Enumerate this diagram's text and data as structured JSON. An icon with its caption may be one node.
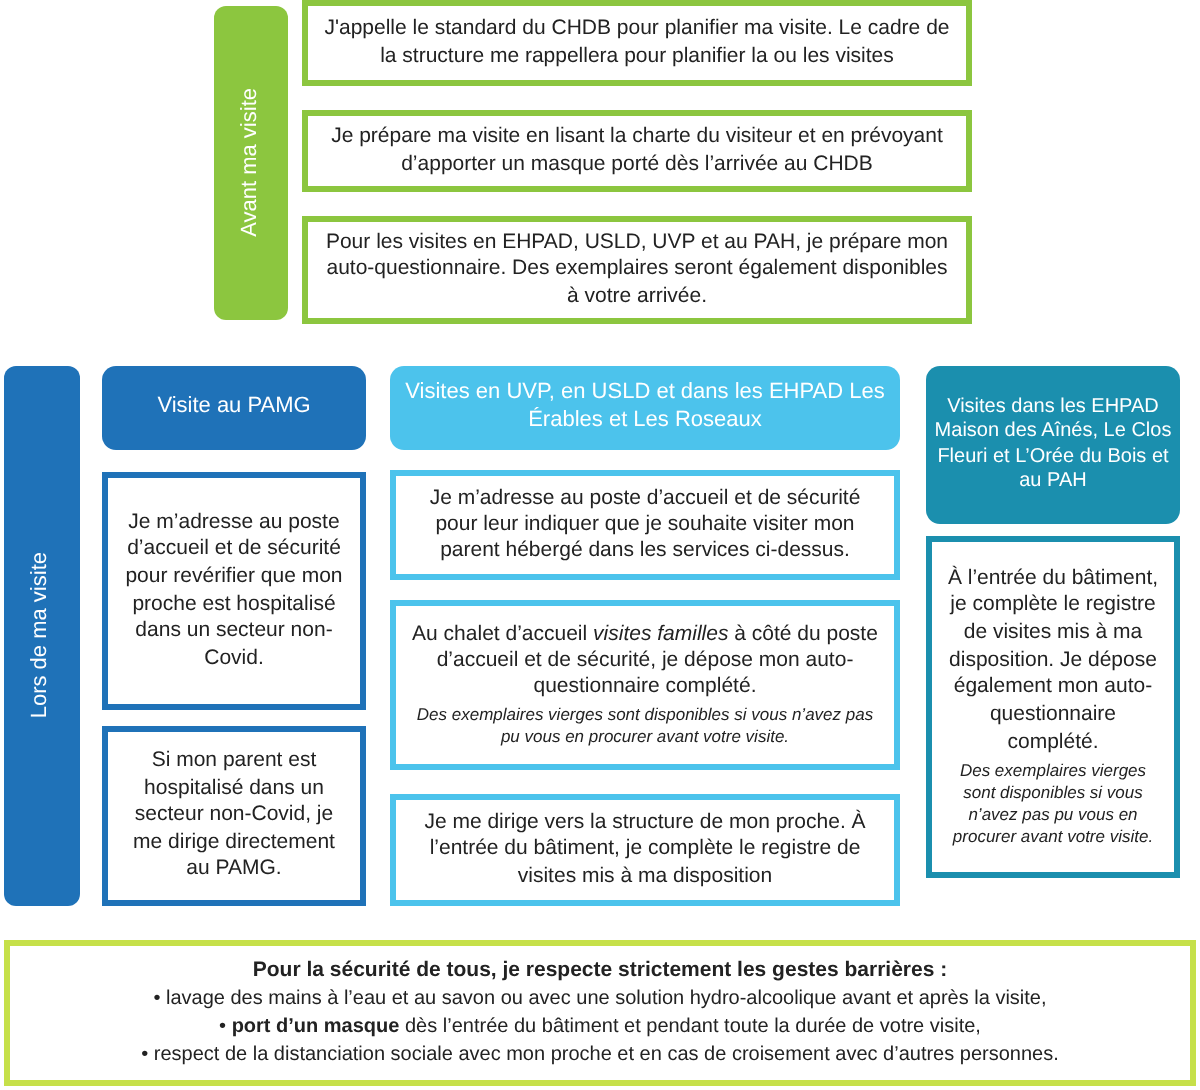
{
  "diagram": {
    "nodes": [
      {
        "text": [
          "Avant ma visite"
        ]
      },
      {
        "text": [
          "J'appelle le standard du CHDB pour planifier ma visite. Le cadre de la structure me rappellera pour planifier la ou les visites"
        ]
      },
      {
        "text": [
          "Je prépare ma visite en lisant la charte du visiteur et en prévoyant d’apporter un masque porté dès l’arrivée au CHDB"
        ]
      },
      {
        "text": [
          "Pour les visites en EHPAD, USLD, UVP et au PAH, je prépare mon auto-questionnaire. Des exemplaires seront également disponibles à votre arrivée."
        ]
      },
      {
        "text": [
          "Lors de ma visite"
        ]
      },
      {
        "text": [
          "Visite au PAMG"
        ]
      },
      {
        "text": [
          "Je m’adresse au poste d’accueil et de sécurité pour revérifier que mon proche est hospitalisé dans un secteur non-Covid."
        ]
      },
      {
        "text": [
          "Si mon parent est hospitalisé dans un secteur non-Covid, je me dirige directement au PAMG."
        ]
      },
      {
        "text": [
          "Visites en UVP, en USLD et dans les EHPAD Les Érables et Les Roseaux"
        ]
      },
      {
        "text": [
          "Je m’adresse au poste d’accueil et de sécurité pour leur indiquer que je souhaite visiter mon parent hébergé dans les services ci-dessus."
        ]
      },
      {
        "text": [
          "Au chalet d’accueil *visites familles* à côté du poste d’accueil et de sécurité, je dépose mon auto-questionnaire complété.",
          "Des exemplaires vierges sont disponibles si vous n’avez pas pu vous en procurer avant votre visite."
        ]
      },
      {
        "text": [
          "Je me dirige vers la structure de mon proche. À l’entrée du bâtiment, je complète le registre de visites mis à ma disposition"
        ]
      },
      {
        "text": [
          "Visites dans les EHPAD Maison des Aînés, Le Clos Fleuri et L’Orée du Bois et au PAH"
        ]
      },
      {
        "text": [
          "À l’entrée du bâtiment, je complète le registre de visites mis à ma disposition. Je dépose également mon auto-questionnaire complété.",
          "Des exemplaires vierges sont disponibles si vous n’avez pas pu vous en procurer avant votre visite."
        ]
      },
      {
        "text": [
          "Pour la sécurité de tous, je respecte strictement les gestes barrières :",
          "• lavage des mains à l’eau et au savon ou avec une solution hydro-alcoolique avant et après la visite,",
          "• **port d’un masque** dès l’entrée du bâtiment et pendant toute la durée de votre visite,",
          "• respect de la distanciation sociale avec mon proche et en cas de croisement avec d’autres personnes."
        ]
      }
    ],
    "edges": []
  }
}
